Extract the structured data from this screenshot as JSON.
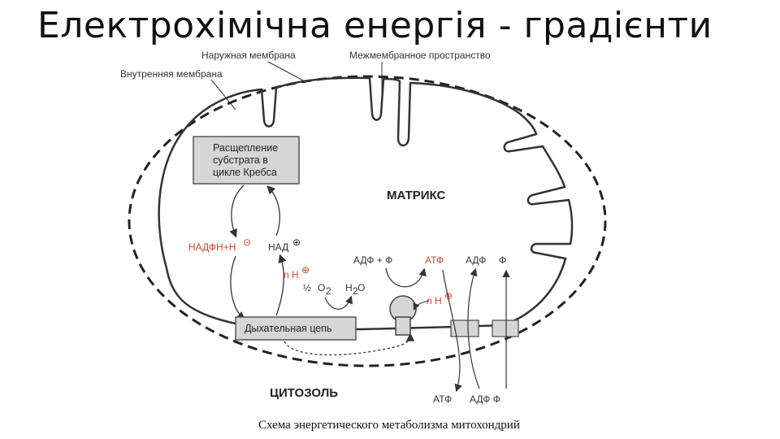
{
  "title": "Електрохімічна енергія - градієнти",
  "labels": {
    "outer_membrane": "Наружная мембрана",
    "intermembrane_space": "Межмембранное пространство",
    "inner_membrane": "Внутренняя мембрана",
    "matrix": "МАТРИКС",
    "cytosol": "ЦИТОЗОЛЬ",
    "krebs_line1": "Расщепление",
    "krebs_line2": "субстрата в",
    "krebs_line3": "цикле Кребса",
    "respiratory_chain": "Дыхательная цепь",
    "nadh": "НАДФН+Н",
    "nad": "НАД",
    "n_h_left": "n Н",
    "half": "½",
    "o2": "O",
    "o2_sub": "2",
    "h2o_h": "H",
    "h2o_sub": "2",
    "h2o_o": "O",
    "adp_p_matrix": "АДФ + Ф",
    "atp_matrix": "АТФ",
    "adp_right": "АДФ",
    "p_right": "Ф",
    "n_h_right": "n Н",
    "atp_cytosol": "АТФ",
    "adp_p_cytosol": "АДФ Ф",
    "plus_sign": "⊕",
    "minus_sign": "⊝",
    "caption": "Схема энергетического метаболизма митохондрий"
  }
}
